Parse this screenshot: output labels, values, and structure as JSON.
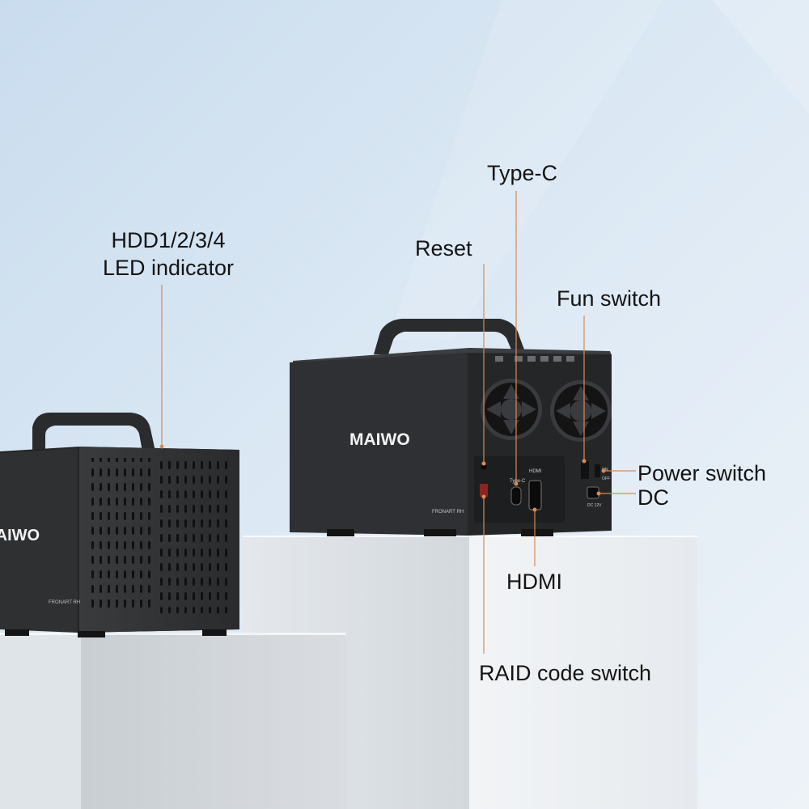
{
  "brand": "MAIWO",
  "model_label": "FRONART RH",
  "port_labels": {
    "type_c": "Type-C",
    "hdmi": "HDMI",
    "on": "ON",
    "off": "OFF",
    "dc": "DC 12V"
  },
  "callouts": {
    "hdd_led_line1": "HDD1/2/3/4",
    "hdd_led_line2": "LED indicator",
    "type_c": "Type-C",
    "reset": "Reset",
    "fun_switch": "Fun switch",
    "power_switch": "Power switch",
    "dc": "DC",
    "hdmi": "HDMI",
    "raid_code_switch": "RAID code switch"
  },
  "colors": {
    "leader_line": "#d98a55",
    "enclosure": "#2b2c2e",
    "pedestal": "#e9eef2",
    "sky": "#cfe2f2"
  }
}
